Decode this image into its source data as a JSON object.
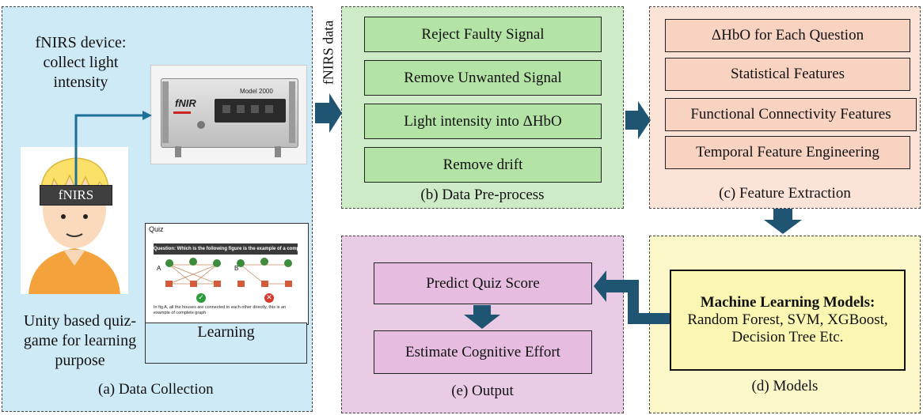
{
  "collection": {
    "device_label": "fNIRS device: collect light intensity",
    "device_brand": "fNIR",
    "device_model": "Model 2000",
    "headband_label": "fNIRS",
    "quiz_title": "Quiz",
    "quiz_question": "Question: Which is the following figure is the example of a complete graph?",
    "quiz_option_a": "A",
    "quiz_option_b": "B",
    "quiz_explanation": "In fig A, all the houses are connected to each other directly, this is an example of complete graph",
    "learning_label": "Learning",
    "game_label": "Unity based quiz-game for learning purpose",
    "caption": "(a) Data Collection"
  },
  "flow_label": "fNIRS data",
  "preprocess": {
    "steps": [
      "Reject Faulty Signal",
      "Remove Unwanted Signal",
      "Light intensity into ΔHbO",
      "Remove drift"
    ],
    "caption": "(b) Data Pre-process"
  },
  "features": {
    "steps": [
      "ΔHbO for Each Question",
      "Statistical Features",
      "Functional Connectivity Features",
      "Temporal Feature Engineering"
    ],
    "caption": "(c) Feature Extraction"
  },
  "models": {
    "title": "Machine Learning Models:",
    "body": "Random Forest, SVM, XGBoost, Decision Tree Etc.",
    "caption": "(d) Models"
  },
  "output": {
    "steps": [
      "Predict Quiz Score",
      "Estimate Cognitive Effort"
    ],
    "caption": "(e) Output"
  },
  "colors": {
    "collection_bg": "#cfeaf7",
    "preprocess_bg": "#cdebc6",
    "preprocess_box": "#b4e3a6",
    "features_bg": "#fce3d8",
    "features_box": "#f9d3c2",
    "models_bg": "#fbf7c9",
    "models_box": "#fbf7b3",
    "output_bg": "#eacbe6",
    "output_box": "#e6bce0",
    "arrow": "#1f5572"
  }
}
